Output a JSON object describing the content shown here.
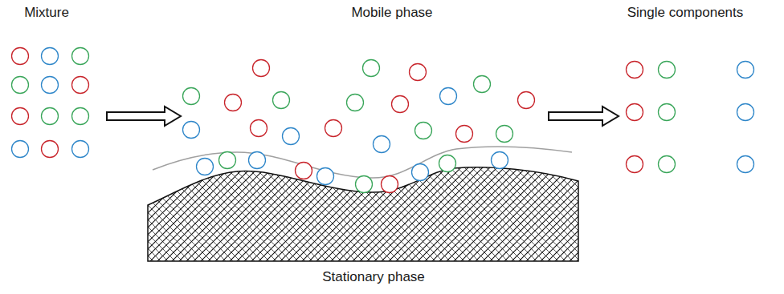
{
  "diagram": {
    "labels": [
      "Mixture",
      "Mobile phase",
      "Single components",
      "Stationary phase"
    ]
  }
}
